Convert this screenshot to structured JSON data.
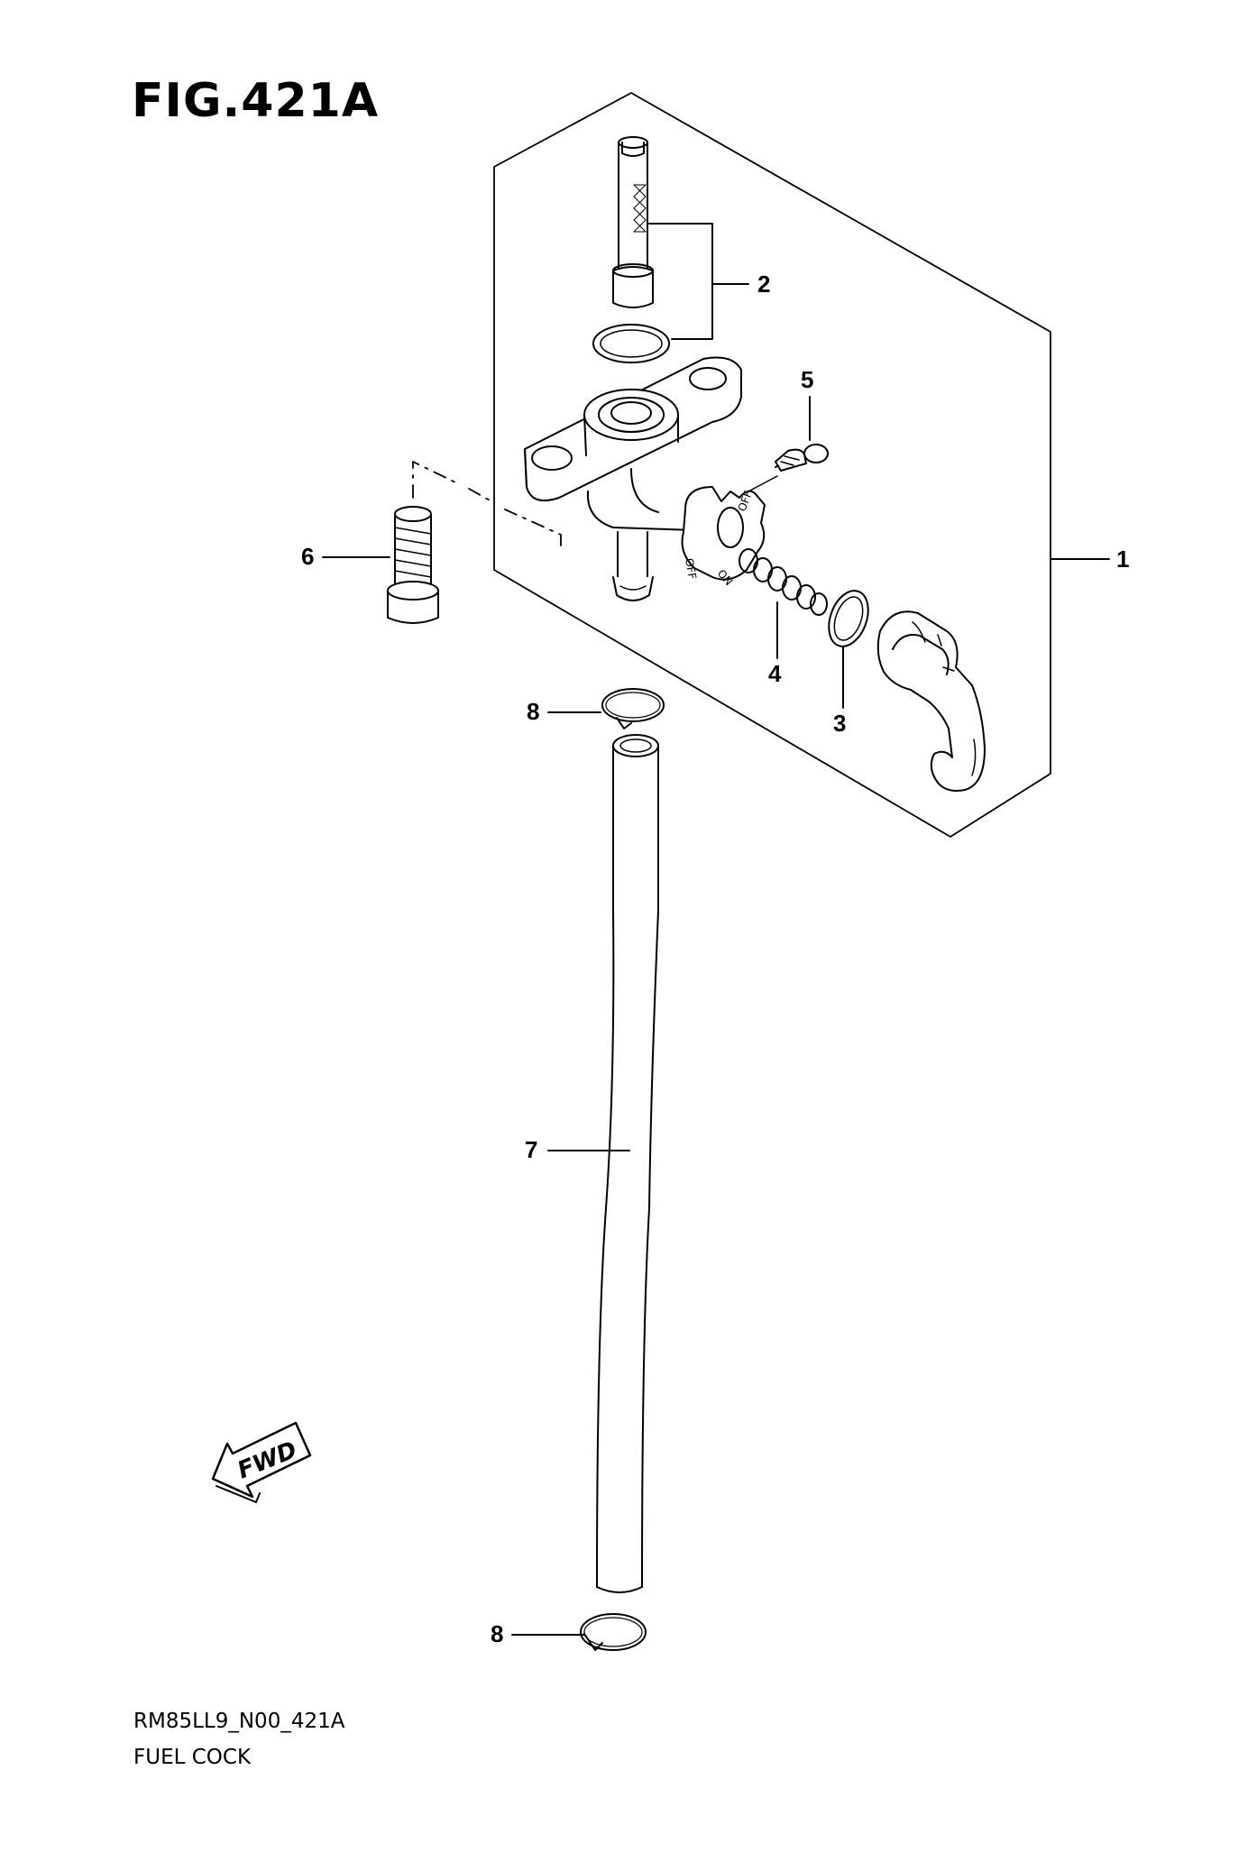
{
  "figure": {
    "title": "FIG.421A",
    "drawing_code": "RM85LL9_N00_421A",
    "caption": "FUEL COCK"
  },
  "callouts": [
    "1",
    "2",
    "3",
    "4",
    "5",
    "6",
    "7",
    "8",
    "8"
  ],
  "valve_labels": {
    "off_top": "OFF",
    "off_side": "OFF",
    "on": "ON"
  },
  "fwd_label": "FWD",
  "colors": {
    "line": "#000000",
    "background": "#ffffff"
  }
}
